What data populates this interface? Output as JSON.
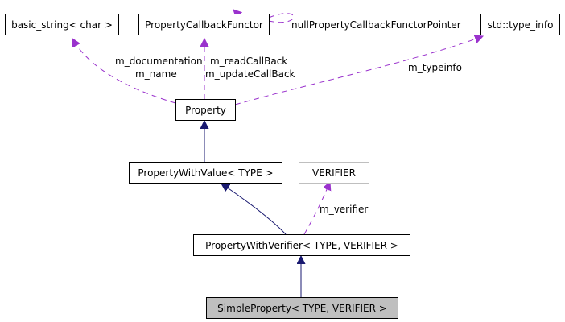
{
  "colors": {
    "inheritance": "#191970",
    "usage": "#9a32cd",
    "highlight_fill": "#bfbfbf",
    "external_border": "#bfbfbf"
  },
  "nodes": {
    "basic_string": "basic_string< char >",
    "callback_functor": "PropertyCallbackFunctor",
    "type_info": "std::type_info",
    "property": "Property",
    "property_with_value": "PropertyWithValue< TYPE >",
    "verifier": "VERIFIER",
    "property_with_verifier": "PropertyWithVerifier< TYPE, VERIFIER >",
    "simple_property": "SimpleProperty< TYPE, VERIFIER >"
  },
  "edge_labels": {
    "documentation": "m_documentation",
    "name": "m_name",
    "read_callback": "m_readCallBack",
    "update_callback": "m_updateCallBack",
    "null_pointer": "nullPropertyCallbackFunctorPointer",
    "typeinfo": "m_typeinfo",
    "verifier": "m_verifier"
  }
}
